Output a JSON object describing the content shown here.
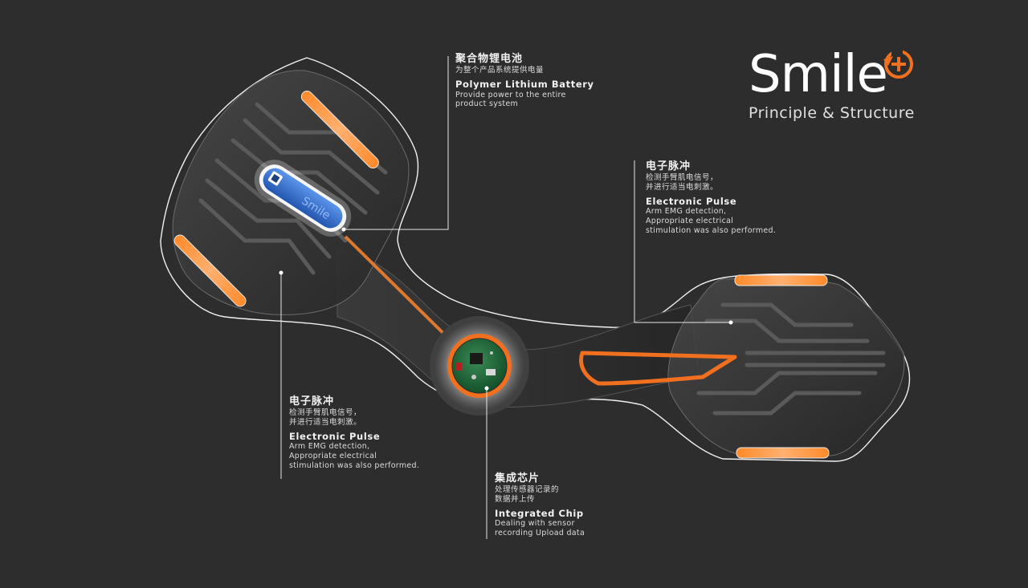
{
  "brand": {
    "name": "Smile",
    "subtitle": "Principle & Structure",
    "accent_color": "#f07020"
  },
  "callouts": {
    "battery": {
      "zh_title": "聚合物锂电池",
      "zh_desc": [
        "为整个产品系统提供电量"
      ],
      "en_title": "Polymer Lithium Battery",
      "en_desc": [
        "Provide power to the entire",
        "product system"
      ]
    },
    "pulse_right": {
      "zh_title": "电子脉冲",
      "zh_desc": [
        "检测手臂肌电信号，",
        "并进行适当电刺激。"
      ],
      "en_title": "Electronic Pulse",
      "en_desc": [
        "Arm EMG detection,",
        "Appropriate electrical",
        "stimulation was also performed."
      ]
    },
    "pulse_left": {
      "zh_title": "电子脉冲",
      "zh_desc": [
        "检测手臂肌电信号，",
        "并进行适当电刺激。"
      ],
      "en_title": "Electronic Pulse",
      "en_desc": [
        "Arm EMG detection,",
        "Appropriate electrical",
        "stimulation was also performed."
      ]
    },
    "chip": {
      "zh_title": "集成芯片",
      "zh_desc": [
        "处理传感器记录的",
        "数据并上传"
      ],
      "en_title": "Integrated Chip",
      "en_desc": [
        "Dealing with sensor",
        "recording Upload data"
      ]
    }
  },
  "battery_label": "Smile",
  "colors": {
    "background": "#2d2d2d",
    "accent": "#f07020",
    "battery_blue": "#2f6fd0",
    "chip_green": "#1f6a3a",
    "outline": "#f0f0f0"
  }
}
